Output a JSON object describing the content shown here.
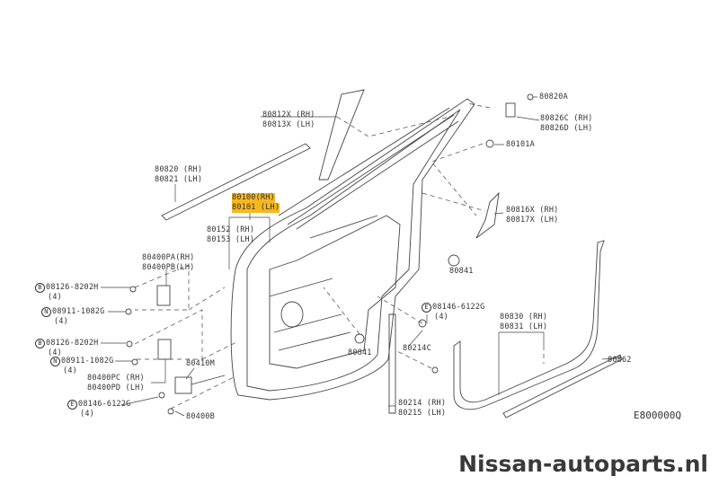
{
  "labels": {
    "l80820A": "80820A",
    "l80826": [
      "80826C (RH)",
      "80826D (LH)"
    ],
    "l80812": [
      "80812X (RH)",
      "80813X (LH)"
    ],
    "l80101A": "80101A",
    "l80820": [
      "80820 (RH)",
      "80821 (LH)"
    ],
    "l80100": [
      "80100(RH)",
      "80101 (LH)"
    ],
    "l80816": [
      "80816X (RH)",
      "80817X (LH)"
    ],
    "l80152": [
      "80152 (RH)",
      "80153 (LH)"
    ],
    "l80400PA": [
      "80400PA(RH)",
      "80400PB(LH)"
    ],
    "l80841a": "80841",
    "bolt1": {
      "symbol": "B",
      "part": "08126-8202H",
      "qty": "(4)"
    },
    "nut1": {
      "symbol": "N",
      "part": "08911-1082G",
      "qty": "(4)"
    },
    "bolt_e1": {
      "symbol": "E",
      "part": "08146-6122G",
      "qty": "(4)"
    },
    "l80830": [
      "80830 (RH)",
      "80831 (LH)"
    ],
    "l80841b": "80841",
    "l80214C": "80214C",
    "bolt2": {
      "symbol": "B",
      "part": "08126-8202H",
      "qty": "(4)"
    },
    "nut2": {
      "symbol": "N",
      "part": "08911-1082G",
      "qty": "(4)"
    },
    "l80410M": "80410M",
    "l80862": "80862",
    "l80400PC": [
      "80400PC (RH)",
      "80400PD (LH)"
    ],
    "l80214": [
      "80214 (RH)",
      "80215 (LH)"
    ],
    "bolt_e2": {
      "symbol": "E",
      "part": "08146-6122G",
      "qty": "(4)"
    },
    "l80400B": "80400B"
  },
  "diagram_code": "E800000Q",
  "watermark": "Nissan-autoparts.nl",
  "highlight_color": "#f6b820"
}
